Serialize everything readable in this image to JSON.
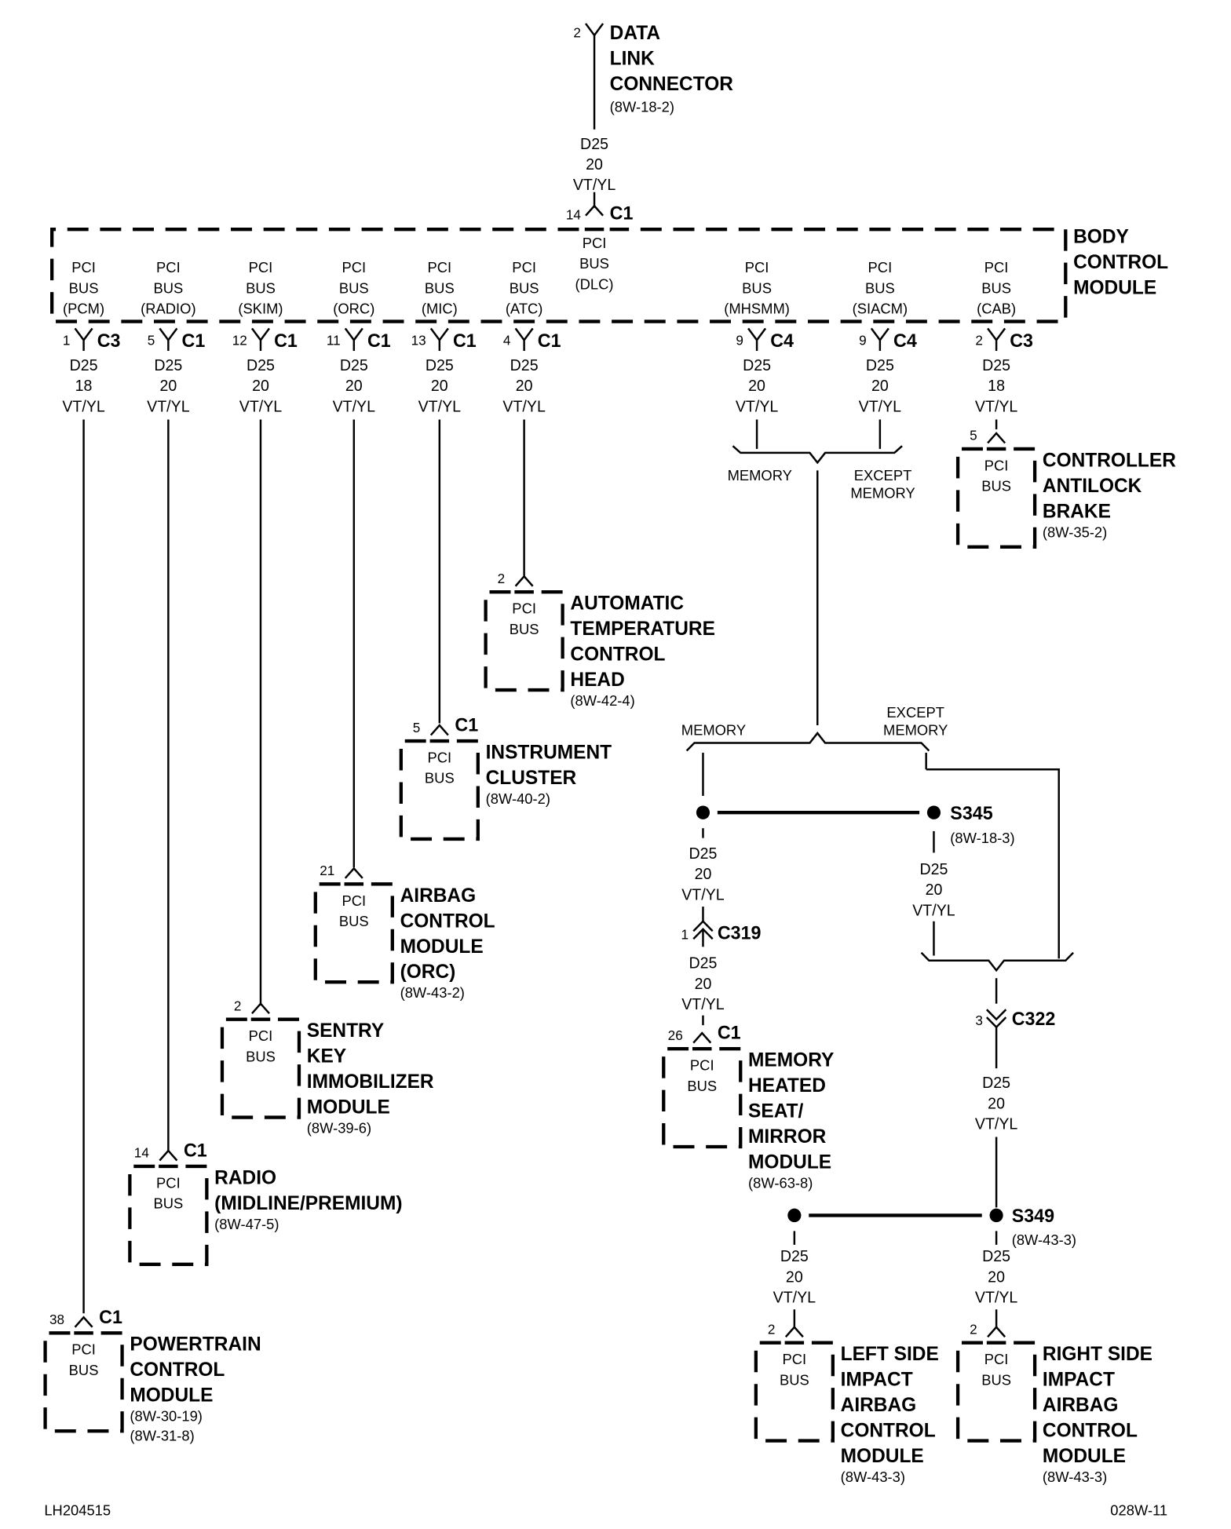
{
  "footer": {
    "left_code": "LH204515",
    "right_code": "028W-11"
  },
  "wire": {
    "circuit": "D25",
    "color": "VT/YL"
  },
  "data_link_connector": {
    "name_lines": [
      "DATA",
      "LINK",
      "CONNECTOR"
    ],
    "ref": "(8W-18-2)",
    "pin": "2",
    "wire_gauge": "20"
  },
  "bcm": {
    "name_lines": [
      "BODY",
      "CONTROL",
      "MODULE"
    ],
    "dlc_port": {
      "lines": [
        "PCI",
        "BUS",
        "(DLC)"
      ],
      "pin": "14",
      "connector": "C1"
    },
    "ports": [
      {
        "lines": [
          "PCI",
          "BUS",
          "(PCM)"
        ],
        "pin": "1",
        "connector": "C3",
        "gauge": "18"
      },
      {
        "lines": [
          "PCI",
          "BUS",
          "(RADIO)"
        ],
        "pin": "5",
        "connector": "C1",
        "gauge": "20"
      },
      {
        "lines": [
          "PCI",
          "BUS",
          "(SKIM)"
        ],
        "pin": "12",
        "connector": "C1",
        "gauge": "20"
      },
      {
        "lines": [
          "PCI",
          "BUS",
          "(ORC)"
        ],
        "pin": "11",
        "connector": "C1",
        "gauge": "20"
      },
      {
        "lines": [
          "PCI",
          "BUS",
          "(MIC)"
        ],
        "pin": "13",
        "connector": "C1",
        "gauge": "20"
      },
      {
        "lines": [
          "PCI",
          "BUS",
          "(ATC)"
        ],
        "pin": "4",
        "connector": "C1",
        "gauge": "20"
      },
      {
        "lines": [
          "PCI",
          "BUS",
          "(MHSMM)"
        ],
        "pin": "9",
        "connector": "C4",
        "gauge": "20"
      },
      {
        "lines": [
          "PCI",
          "BUS",
          "(SIACM)"
        ],
        "pin": "9",
        "connector": "C4",
        "gauge": "20"
      },
      {
        "lines": [
          "PCI",
          "BUS",
          "(CAB)"
        ],
        "pin": "2",
        "connector": "C3",
        "gauge": "18"
      }
    ]
  },
  "options": {
    "memory": "MEMORY",
    "except_memory_lines": [
      "EXCEPT",
      "MEMORY"
    ]
  },
  "modules": {
    "abs": {
      "name_lines": [
        "CONTROLLER",
        "ANTILOCK",
        "BRAKE"
      ],
      "refs": [
        "(8W-35-2)"
      ],
      "pin": "5",
      "connector": ""
    },
    "atc": {
      "name_lines": [
        "AUTOMATIC",
        "TEMPERATURE",
        "CONTROL",
        "HEAD"
      ],
      "refs": [
        "(8W-42-4)"
      ],
      "pin": "2",
      "connector": ""
    },
    "mic": {
      "name_lines": [
        "INSTRUMENT",
        "CLUSTER"
      ],
      "refs": [
        "(8W-40-2)"
      ],
      "pin": "5",
      "connector": "C1"
    },
    "orc": {
      "name_lines": [
        "AIRBAG",
        "CONTROL",
        "MODULE",
        "(ORC)"
      ],
      "refs": [
        "(8W-43-2)"
      ],
      "pin": "21",
      "connector": ""
    },
    "skim": {
      "name_lines": [
        "SENTRY",
        "KEY",
        "IMMOBILIZER",
        "MODULE"
      ],
      "refs": [
        "(8W-39-6)"
      ],
      "pin": "2",
      "connector": ""
    },
    "radio": {
      "name_lines": [
        "RADIO",
        "(MIDLINE/PREMIUM)"
      ],
      "refs": [
        "(8W-47-5)"
      ],
      "pin": "14",
      "connector": "C1"
    },
    "pcm": {
      "name_lines": [
        "POWERTRAIN",
        "CONTROL",
        "MODULE"
      ],
      "refs": [
        "(8W-30-19)",
        "(8W-31-8)"
      ],
      "pin": "38",
      "connector": "C1"
    },
    "mhsmm": {
      "name_lines": [
        "MEMORY",
        "HEATED",
        "SEAT/",
        "MIRROR",
        "MODULE"
      ],
      "refs": [
        "(8W-63-8)"
      ],
      "pin": "26",
      "connector": "C1"
    },
    "lsiacm": {
      "name_lines": [
        "LEFT SIDE",
        "IMPACT",
        "AIRBAG",
        "CONTROL",
        "MODULE"
      ],
      "refs": [
        "(8W-43-3)"
      ],
      "pin": "2",
      "connector": ""
    },
    "rsiacm": {
      "name_lines": [
        "RIGHT SIDE",
        "IMPACT",
        "AIRBAG",
        "CONTROL",
        "MODULE"
      ],
      "refs": [
        "(8W-43-3)"
      ],
      "pin": "2",
      "connector": ""
    }
  },
  "module_port_lines": [
    "PCI",
    "BUS"
  ],
  "splices": {
    "s345": {
      "name": "S345",
      "ref": "(8W-18-3)"
    },
    "s349": {
      "name": "S349",
      "ref": "(8W-43-3)"
    }
  },
  "inline_connectors": {
    "c319": {
      "name": "C319",
      "pin": "1"
    },
    "c322": {
      "name": "C322",
      "pin": "3"
    }
  },
  "wire_gauge_20": "20"
}
